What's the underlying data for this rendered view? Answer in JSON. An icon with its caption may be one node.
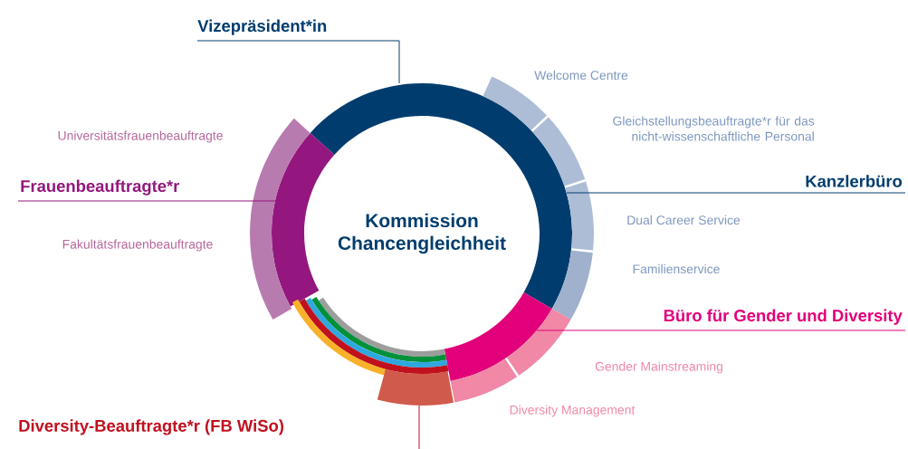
{
  "diagram": {
    "nodes": [
      {
        "text": [
          "Kommission Chancengleichheit"
        ]
      },
      {
        "text": [],
        "shape": "arc"
      },
      {
        "text": [],
        "shape": "arc"
      },
      {
        "text": [],
        "shape": "arc"
      },
      {
        "text": [],
        "shape": "arc"
      },
      {
        "text": [],
        "shape": "arc",
        "beside": [
          "Welcome Centre"
        ]
      },
      {
        "text": [],
        "shape": "arc",
        "beside": [
          "Gleichstellungsbeauftragte*r für das nicht-wissenschaftliche Personal"
        ]
      },
      {
        "text": [],
        "shape": "arc",
        "beside": [
          "Dual Career Service"
        ]
      },
      {
        "text": [],
        "shape": "arc",
        "beside": [
          "Familienservice"
        ]
      },
      {
        "text": [],
        "shape": "arc",
        "beside": [
          "Gender Mainstreaming"
        ]
      },
      {
        "text": [],
        "shape": "arc",
        "beside": [
          "Diversity Management"
        ]
      },
      {
        "text": [],
        "shape": "arc",
        "beside": [
          "Universitätsfrauenbeauftragte"
        ]
      },
      {
        "text": [],
        "shape": "arc",
        "beside": [
          "Fakultätsfrauenbeauftragte"
        ]
      },
      {
        "text": [],
        "shape": "arc"
      },
      {
        "text": [
          "Vizepräsident*in"
        ]
      },
      {
        "text": [
          "Kanzlerbüro"
        ]
      },
      {
        "text": [
          "Frauenbeauftragte*r"
        ]
      },
      {
        "text": [
          "Büro für Gender und Diversity"
        ]
      }
    ],
    "labels": [
      "Diversity-Beauftragte*r (FB WiSo)"
    ],
    "edges": [
      {
        "from": 14,
        "to": 1,
        "arrow": "none",
        "color": "#003d6e"
      },
      {
        "from": 15,
        "to": 1,
        "arrow": "none",
        "color": "#003d6e"
      },
      {
        "from": 16,
        "to": 3,
        "arrow": "none",
        "color": "#93177e"
      },
      {
        "from": 17,
        "to": 2,
        "arrow": "none",
        "color": "#e2007a"
      },
      {
        "from": null,
        "to": 13,
        "arrow": "none",
        "color": "#c0111f"
      }
    ]
  }
}
